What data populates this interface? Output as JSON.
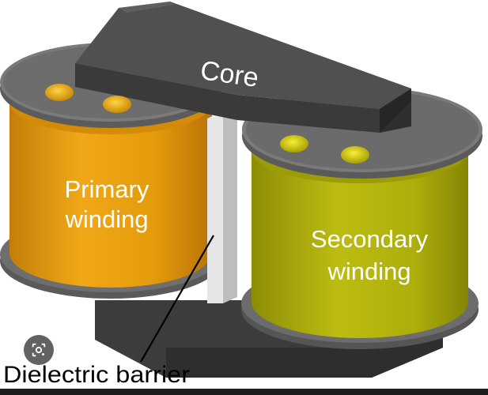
{
  "diagram": {
    "labels": {
      "core": "Core",
      "primary_line1": "Primary",
      "primary_line2": "winding",
      "secondary_line1": "Secondary",
      "secondary_line2": "winding",
      "barrier": "Dielectric barrier"
    },
    "colors": {
      "core_dark": "#3a3a3a",
      "core_mid": "#4c4c4c",
      "core_light": "#5e5e5e",
      "flange": "#6e6e6e",
      "flange_top": "#7b7b7b",
      "primary_coil": "#e8a010",
      "primary_coil_dark": "#c27e08",
      "secondary_coil": "#b9b90e",
      "secondary_coil_dark": "#8d8d06",
      "barrier": "#e6e6e6",
      "terminal_primary": "#f0a800",
      "terminal_secondary": "#d8d000"
    }
  },
  "overlay": {
    "lens_icon": "visual-search-icon"
  }
}
